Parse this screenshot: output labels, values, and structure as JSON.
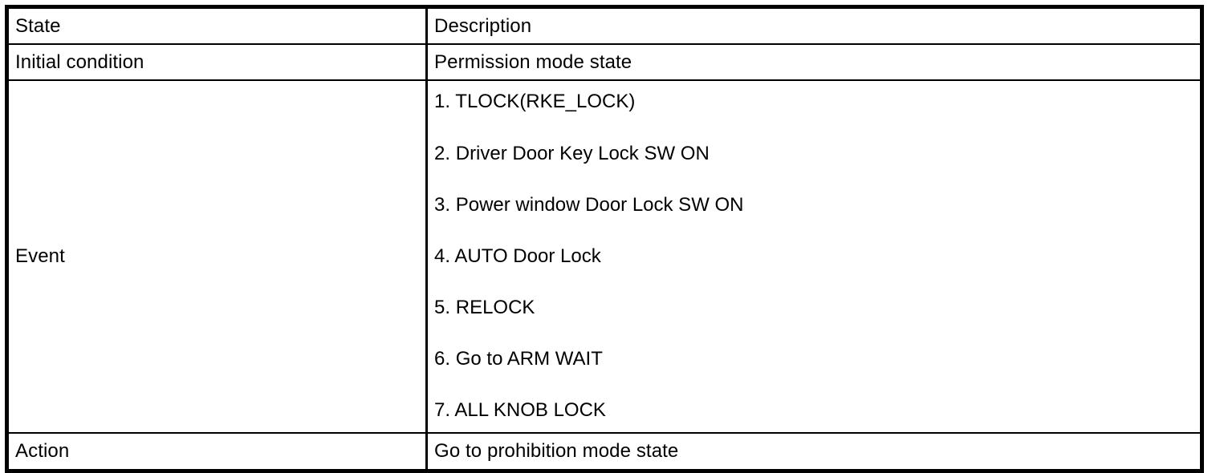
{
  "table": {
    "columns": [
      "State",
      "Description"
    ],
    "rows": [
      {
        "state": "Initial condition",
        "description": "Permission mode state",
        "type": "single"
      },
      {
        "state": "Event",
        "type": "list",
        "items": [
          "1. TLOCK(RKE_LOCK)",
          "2. Driver Door Key Lock SW ON",
          "3. Power window Door Lock SW ON",
          "4. AUTO Door Lock",
          "5. RELOCK",
          "6. Go to ARM WAIT",
          "7. ALL KNOB LOCK"
        ]
      },
      {
        "state": "Action",
        "description": "Go to prohibition mode state",
        "type": "single"
      }
    ]
  },
  "style": {
    "border_color": "#000000",
    "text_color": "#000000",
    "background": "#ffffff"
  }
}
